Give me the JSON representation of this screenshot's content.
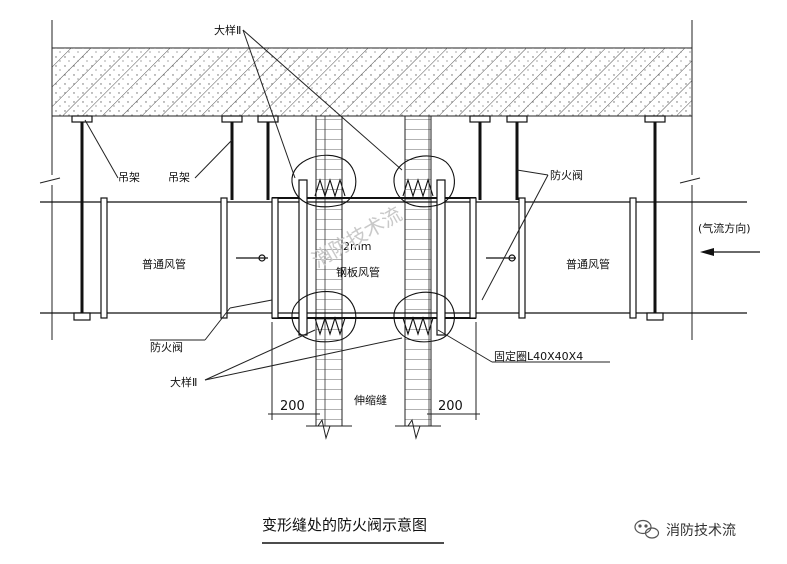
{
  "labels": {
    "detail_top": "大样Ⅱ",
    "hanger_left": "吊架",
    "hanger_right": "吊架",
    "fire_damper_right": "防火阀",
    "airflow": "(气流方向)",
    "thickness": "2mm",
    "duct_left": "普通风管",
    "duct_center": "钢板风管",
    "duct_right": "普通风管",
    "fire_damper_left": "防火阀",
    "detail_bottom": "大样Ⅱ",
    "fixing_ring": "固定圈L40X40X4",
    "dim_left": "200",
    "dim_right": "200",
    "expansion_joint": "伸缩缝",
    "caption": "变形缝处的防火阀示意图",
    "watermark": "消防技术流",
    "brand": "消防技术流"
  },
  "icons": {
    "brand_icon": "wechat-icon"
  }
}
